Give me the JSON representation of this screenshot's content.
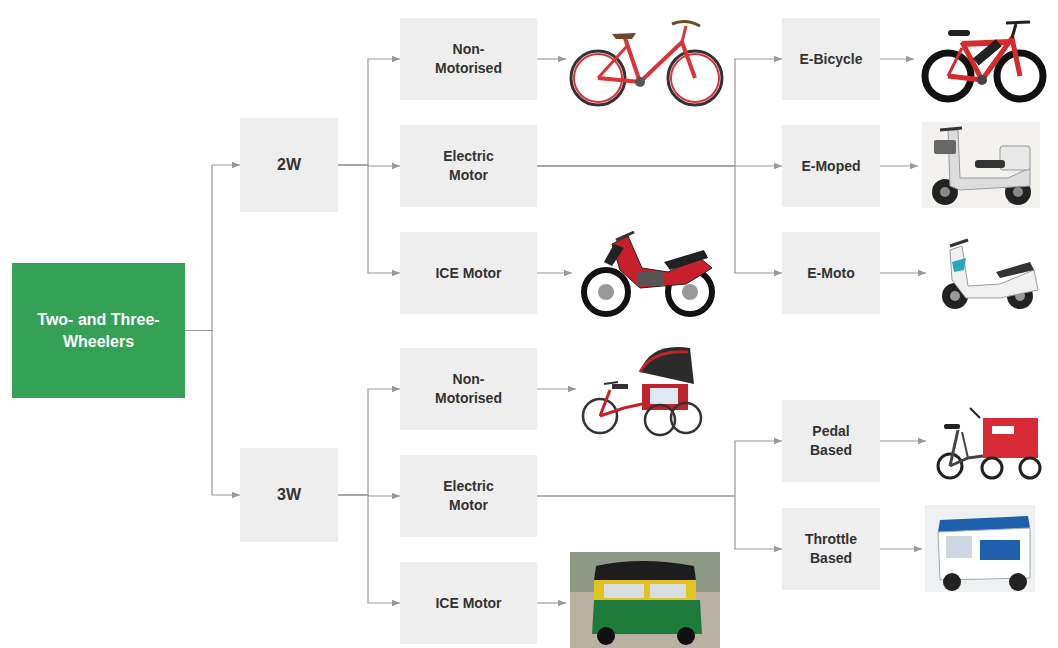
{
  "diagram": {
    "nodes": [
      {
        "text": [
          "Two- and Three-Wheelers"
        ]
      },
      {
        "text": [
          "2W"
        ]
      },
      {
        "text": [
          "3W"
        ]
      },
      {
        "text": [
          "Non-Motorised"
        ]
      },
      {
        "text": [
          "Electric Motor"
        ]
      },
      {
        "text": [
          "ICE Motor"
        ]
      },
      {
        "text": [
          "E-Bicycle"
        ]
      },
      {
        "text": [
          "E-Moped"
        ]
      },
      {
        "text": [
          "E-Moto"
        ]
      },
      {
        "text": [
          "Non-Motorised"
        ]
      },
      {
        "text": [
          "Electric Motor"
        ]
      },
      {
        "text": [
          "ICE Motor"
        ]
      },
      {
        "text": [
          "Pedal Based"
        ]
      },
      {
        "text": [
          "Throttle Based"
        ]
      }
    ],
    "edges": [
      {
        "from": 0,
        "to": 1,
        "arrow": "to"
      },
      {
        "from": 0,
        "to": 2,
        "arrow": "to"
      },
      {
        "from": 1,
        "to": 3,
        "arrow": "to"
      },
      {
        "from": 1,
        "to": 4,
        "arrow": "to"
      },
      {
        "from": 1,
        "to": 5,
        "arrow": "to"
      },
      {
        "from": 2,
        "to": 9,
        "arrow": "to"
      },
      {
        "from": 2,
        "to": 10,
        "arrow": "to"
      },
      {
        "from": 2,
        "to": 11,
        "arrow": "to"
      },
      {
        "from": 4,
        "to": 6,
        "arrow": "to"
      },
      {
        "from": 4,
        "to": 7,
        "arrow": "to"
      },
      {
        "from": 4,
        "to": 8,
        "arrow": "to"
      },
      {
        "from": 10,
        "to": 12,
        "arrow": "to"
      },
      {
        "from": 10,
        "to": 13,
        "arrow": "to"
      }
    ]
  }
}
